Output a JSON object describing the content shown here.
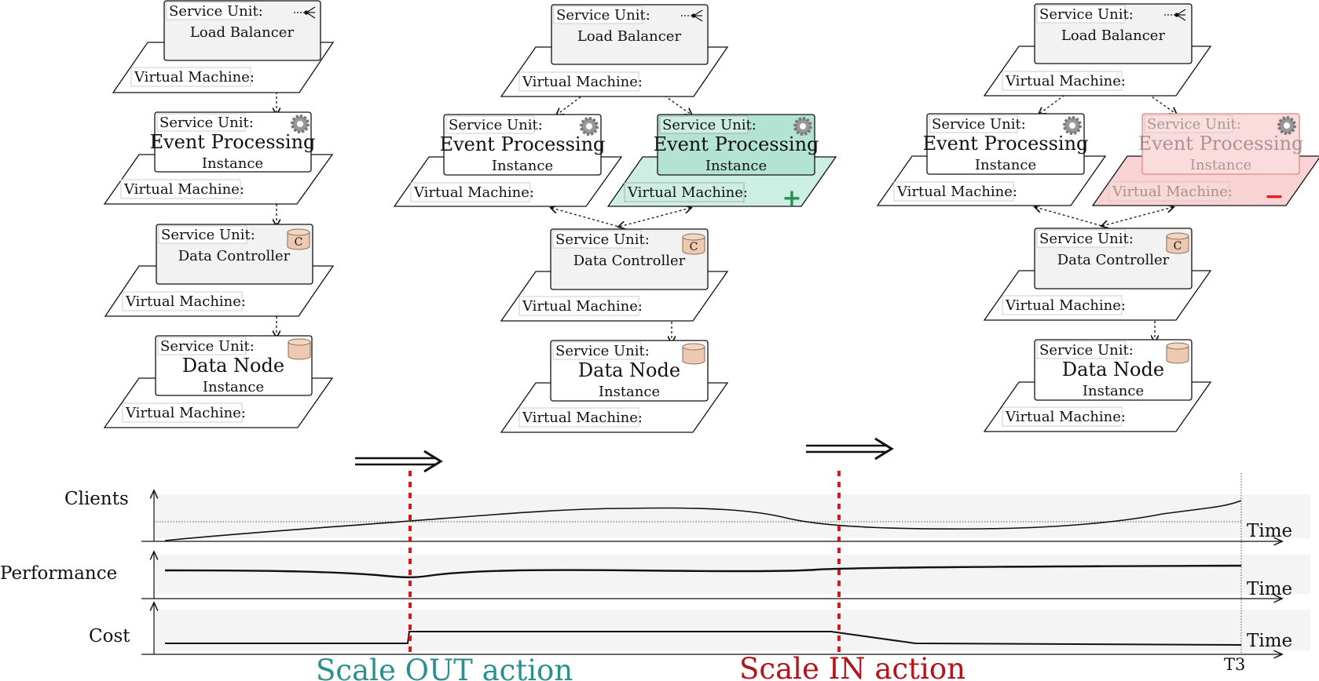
{
  "labels": {
    "service_unit": "Service Unit:",
    "virtual_machine": "Virtual Machine:",
    "time": "Time",
    "t3": "T3",
    "plus": "+",
    "minus": "−"
  },
  "units": {
    "lb_title": "Load Balancer",
    "ep_title": "Event Processing",
    "ep_sub": "Instance",
    "dc_title": "Data Controller",
    "dn_title": "Data Node",
    "dn_sub": "Instance",
    "db_c_letter": "C"
  },
  "colors": {
    "unit_fill": "#f2f2f2",
    "added_fill": "#cdeee3",
    "removed_fill": "#f9d3d3",
    "db_fill": "#eec9b1",
    "scale_out": "#2a8f8f",
    "scale_in": "#b3151a",
    "dashed_marker": "#d01c1c",
    "plus": "#2a8f4f",
    "minus": "#e02020"
  },
  "charts": {
    "clients_label": "Clients",
    "performance_label": "Performance",
    "cost_label": "Cost"
  },
  "actions": {
    "scale_out": "Scale OUT action",
    "scale_in": "Scale IN action"
  }
}
